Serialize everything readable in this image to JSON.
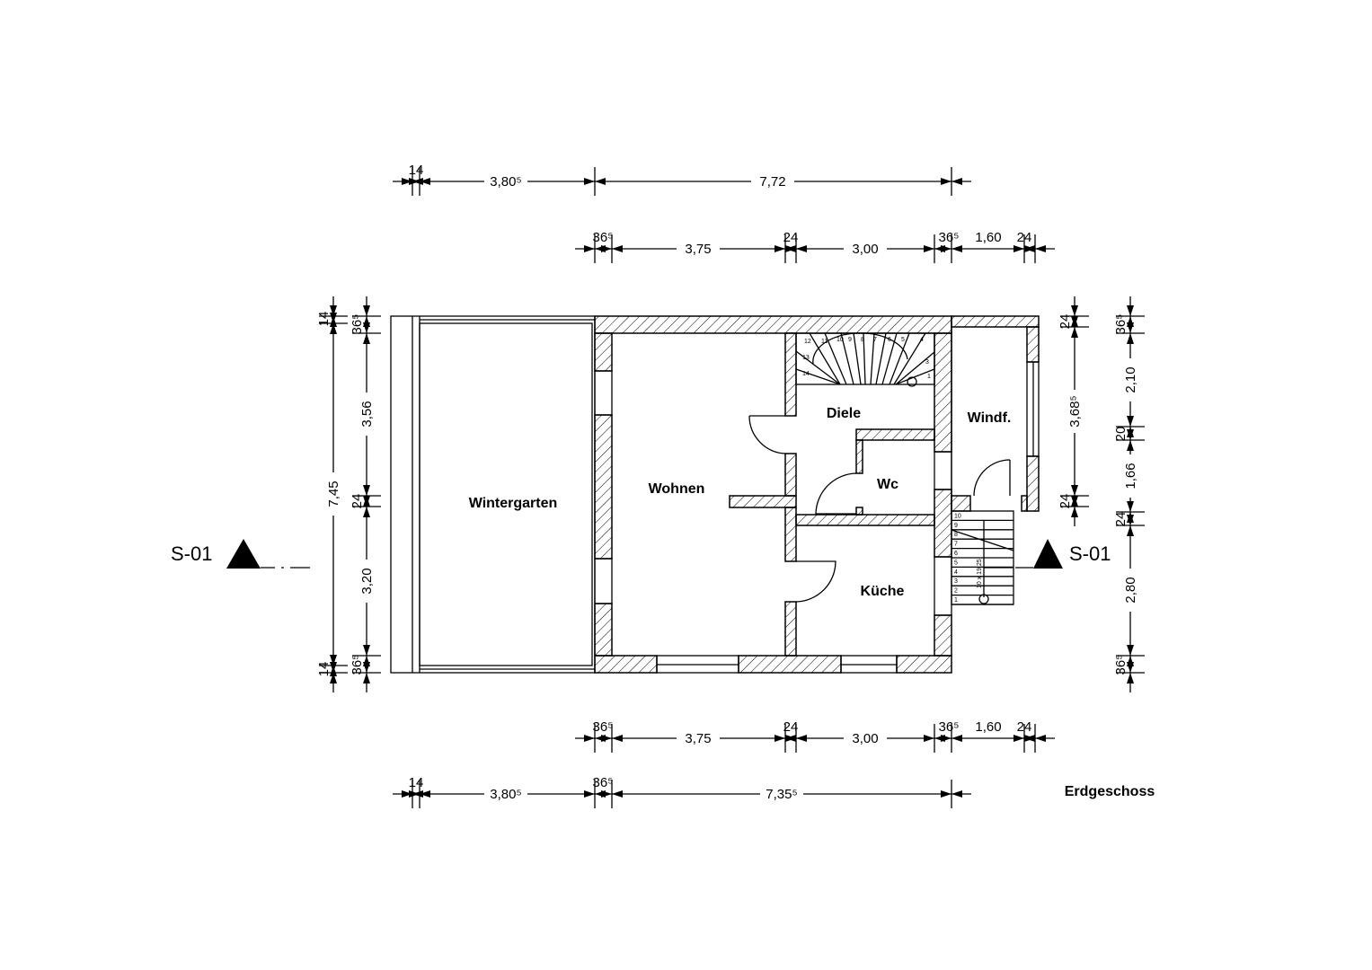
{
  "plan": {
    "title": "Erdgeschoss",
    "rooms": {
      "wintergarten": "Wintergarten",
      "wohnen": "Wohnen",
      "diele": "Diele",
      "wc": "Wc",
      "windfang": "Windf.",
      "kueche": "Küche"
    },
    "section_marker": {
      "left": "S-01",
      "right": "S-01"
    },
    "stair_outside": {
      "steps": [
        "1",
        "2",
        "3",
        "4",
        "5",
        "6",
        "7",
        "8",
        "9",
        "10"
      ],
      "annotation": "10 x 19,25"
    },
    "stair_inside": {
      "steps": [
        "1",
        "2",
        "3",
        "4",
        "5",
        "6",
        "7",
        "8",
        "9",
        "10",
        "11",
        "12",
        "13",
        "14"
      ]
    }
  },
  "dimensions": {
    "top_outer": [
      "14",
      "3,80⁵",
      "7,72"
    ],
    "top_inner": [
      "36⁵",
      "3,75",
      "24",
      "3,00",
      "36⁵",
      "1,60",
      "24"
    ],
    "bottom_inner": [
      "36⁵",
      "3,75",
      "24",
      "3,00",
      "36⁵",
      "1,60",
      "24"
    ],
    "bottom_outer": [
      "14",
      "3,80⁵",
      "36⁵",
      "7,35⁵"
    ],
    "left_outer": [
      "14",
      "7,45",
      "14"
    ],
    "left_inner": [
      "36⁵",
      "3,56",
      "24",
      "3,20",
      "36⁵"
    ],
    "right_inner": [
      "24",
      "3,68⁵",
      "24"
    ],
    "right_outer": [
      "36⁵",
      "2,10",
      "20",
      "1,66",
      "24",
      "2,80",
      "36⁵"
    ]
  }
}
